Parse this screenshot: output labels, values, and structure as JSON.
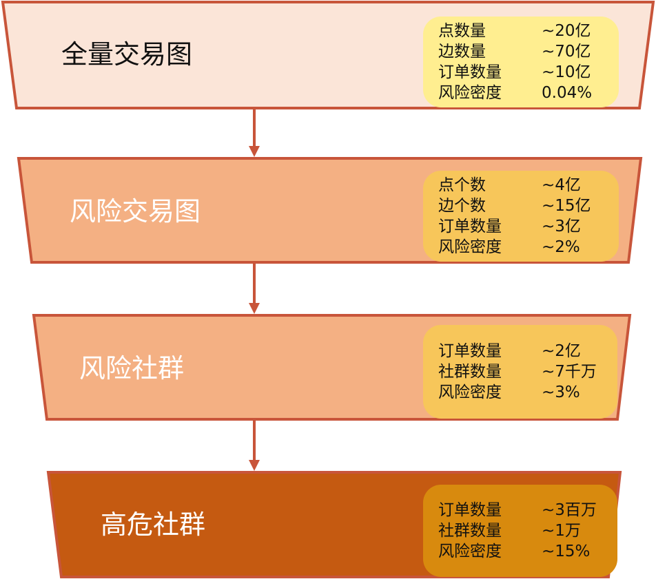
{
  "colors": {
    "border": "#c8553a",
    "arrow": "#c8553a",
    "stage_fill": [
      "#fbe5d8",
      "#f4b083",
      "#f4b083",
      "#c55a11"
    ],
    "stage_title_color": [
      "#111111",
      "#ffffff",
      "#ffffff",
      "#ffffff"
    ],
    "box_fill": [
      "#ffee90",
      "#f7c65a",
      "#f7c65a",
      "#d88a0e"
    ],
    "box_text": "#111111"
  },
  "stages": [
    {
      "title": "全量交易图",
      "stats": [
        {
          "label": "点数量",
          "value": "~20亿"
        },
        {
          "label": "边数量",
          "value": "~70亿"
        },
        {
          "label": "订单数量",
          "value": "~10亿"
        },
        {
          "label": "风险密度",
          "value": "0.04%"
        }
      ]
    },
    {
      "title": "风险交易图",
      "stats": [
        {
          "label": "点个数",
          "value": "~4亿"
        },
        {
          "label": "边个数",
          "value": "~15亿"
        },
        {
          "label": "订单数量",
          "value": "~3亿"
        },
        {
          "label": "风险密度",
          "value": "~2%"
        }
      ]
    },
    {
      "title": "风险社群",
      "stats": [
        {
          "label": "订单数量",
          "value": "~2亿"
        },
        {
          "label": "社群数量",
          "value": "~7千万"
        },
        {
          "label": "风险密度",
          "value": "~3%"
        }
      ]
    },
    {
      "title": "高危社群",
      "stats": [
        {
          "label": "订单数量",
          "value": "~3百万"
        },
        {
          "label": "社群数量",
          "value": "~1万"
        },
        {
          "label": "风险密度",
          "value": "~15%"
        }
      ]
    }
  ]
}
